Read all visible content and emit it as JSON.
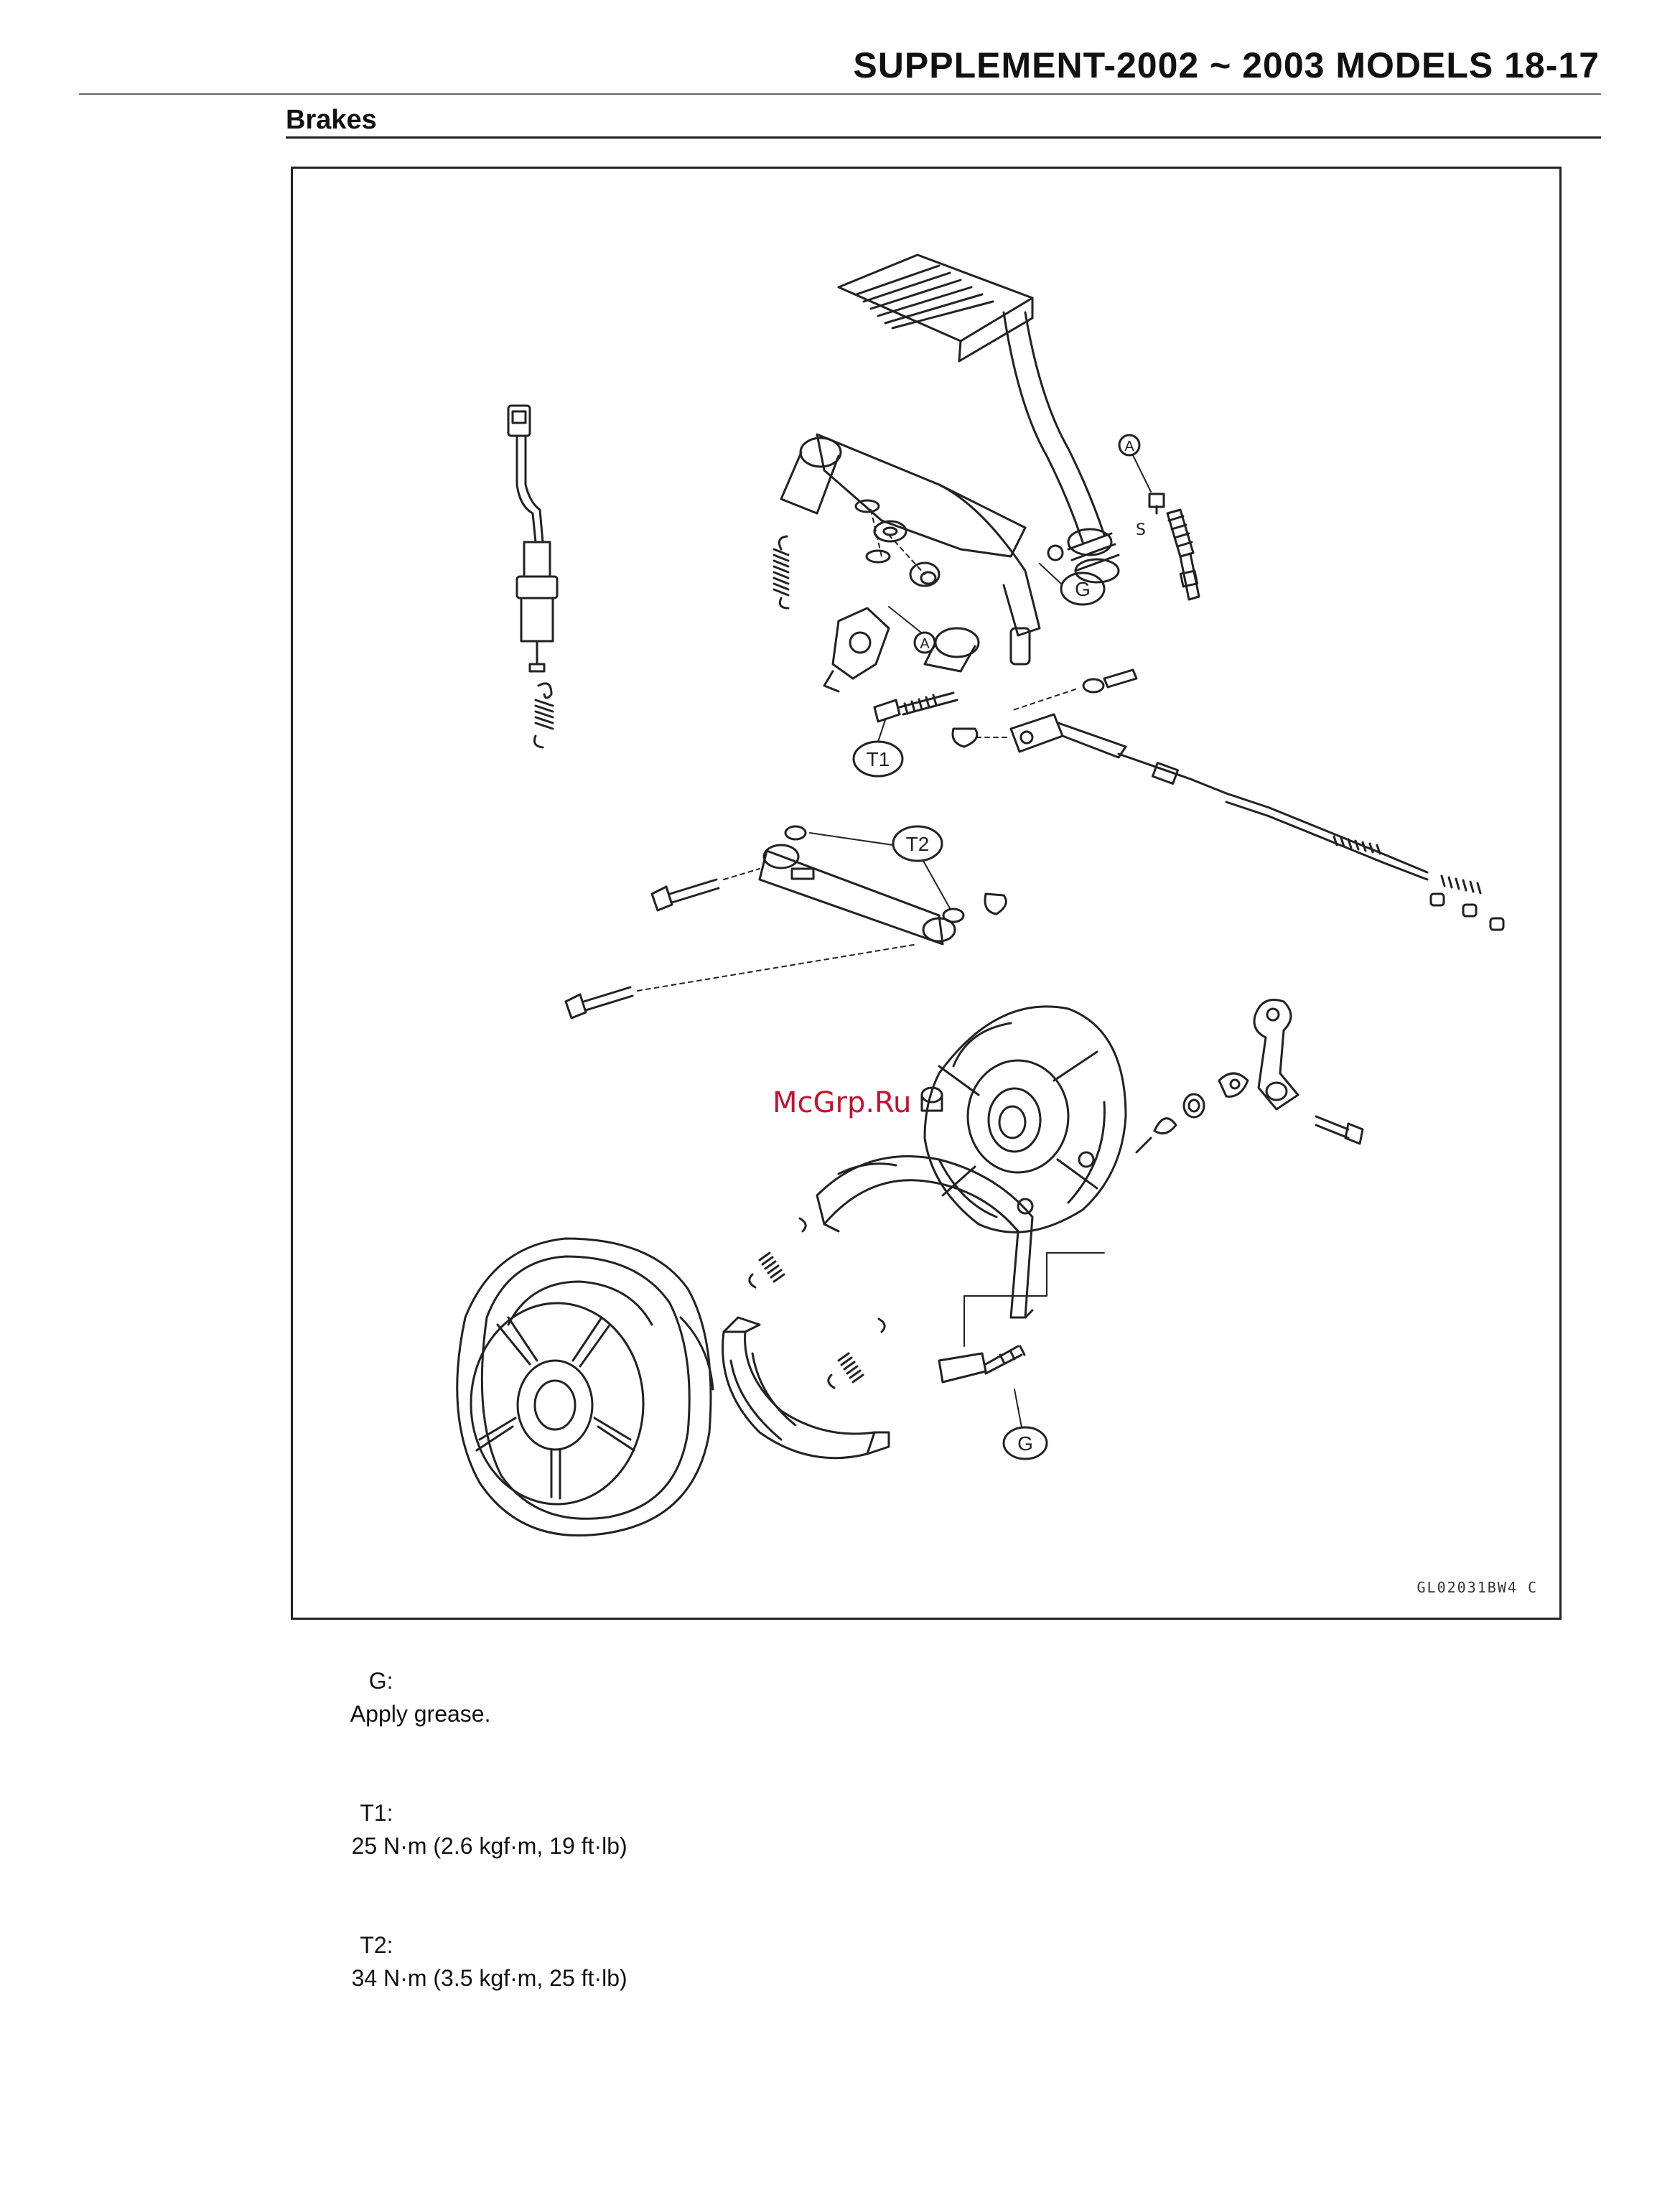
{
  "header": {
    "title": "SUPPLEMENT-2002 ~ 2003 MODELS 18-17",
    "section": "Brakes"
  },
  "figure": {
    "callouts": {
      "g_top": "G",
      "g_bottom": "G",
      "t1": "T1",
      "t2": "T2",
      "a_top": "A",
      "a_mid": "A"
    },
    "watermark": "McGrp.Ru",
    "code": "GL02031BW4 C"
  },
  "legend": [
    {
      "key": "G:",
      "text": "Apply grease."
    },
    {
      "key": "T1:",
      "text": "25 N·m (2.6 kgf·m, 19 ft·lb)"
    },
    {
      "key": "T2:",
      "text": "34 N·m (3.5 kgf·m, 25 ft·lb)"
    }
  ]
}
